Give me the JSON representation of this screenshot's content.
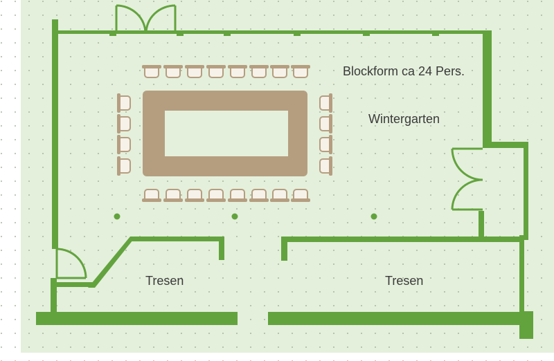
{
  "floorplan": {
    "labels": {
      "setup": "Blockform ca 24 Pers.",
      "room": "Wintergarten",
      "bar_left": "Tresen",
      "bar_right": "Tresen"
    },
    "colors": {
      "background": "#e4f0dc",
      "wall": "#63a33e",
      "furniture": "#b59e80",
      "dot": "#a9b5a0"
    },
    "chair_counts": {
      "top_row": 8,
      "bottom_row": 8,
      "left_side": 4,
      "right_side": 4
    }
  }
}
